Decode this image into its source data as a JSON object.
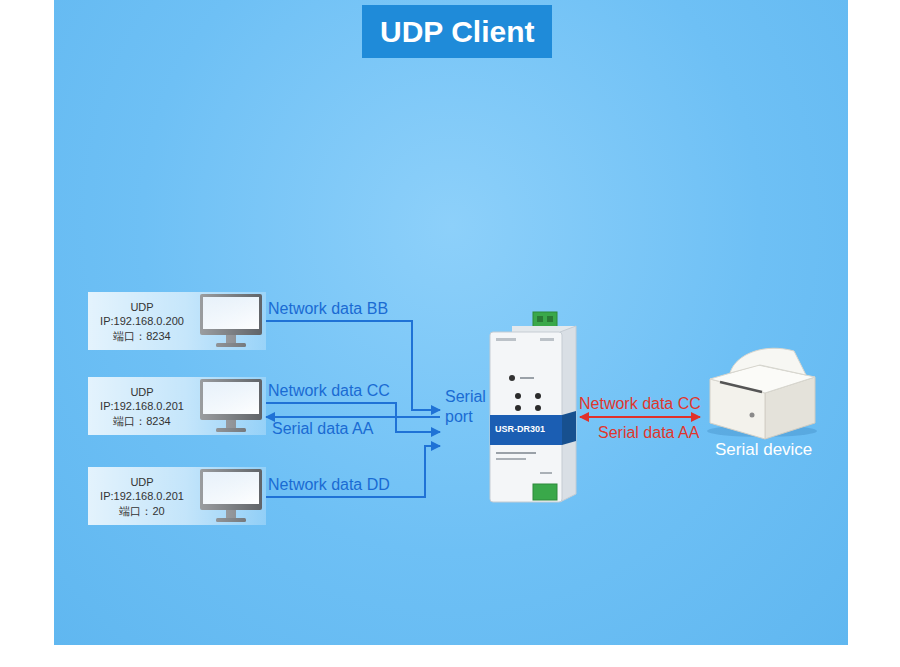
{
  "diagram": {
    "title": "UDP Client",
    "nodes": [
      {
        "text": [
          "UDP",
          "IP:192.168.0.200",
          "端口：8234"
        ]
      },
      {
        "text": [
          "UDP",
          "IP:192.168.0.201",
          "端口：8234"
        ]
      },
      {
        "text": [
          "UDP",
          "IP:192.168.0.201",
          "端口：20"
        ]
      },
      {
        "text": [
          "Serial port",
          "USR-DR301"
        ]
      },
      {
        "text": [
          "Serial device"
        ]
      }
    ],
    "edges": [
      {
        "from": 0,
        "to": 3,
        "arrow": "to",
        "label": "Network data BB"
      },
      {
        "from": 1,
        "to": 3,
        "arrow": "to",
        "label": "Network data CC"
      },
      {
        "from": 3,
        "to": 1,
        "arrow": "to",
        "label": "Serial data AA"
      },
      {
        "from": 2,
        "to": 3,
        "arrow": "to",
        "label": "Network data DD"
      },
      {
        "from": 3,
        "to": 4,
        "arrow": "both",
        "label": "Network data CC"
      }
    ],
    "labels": [
      "Serial data AA"
    ]
  }
}
